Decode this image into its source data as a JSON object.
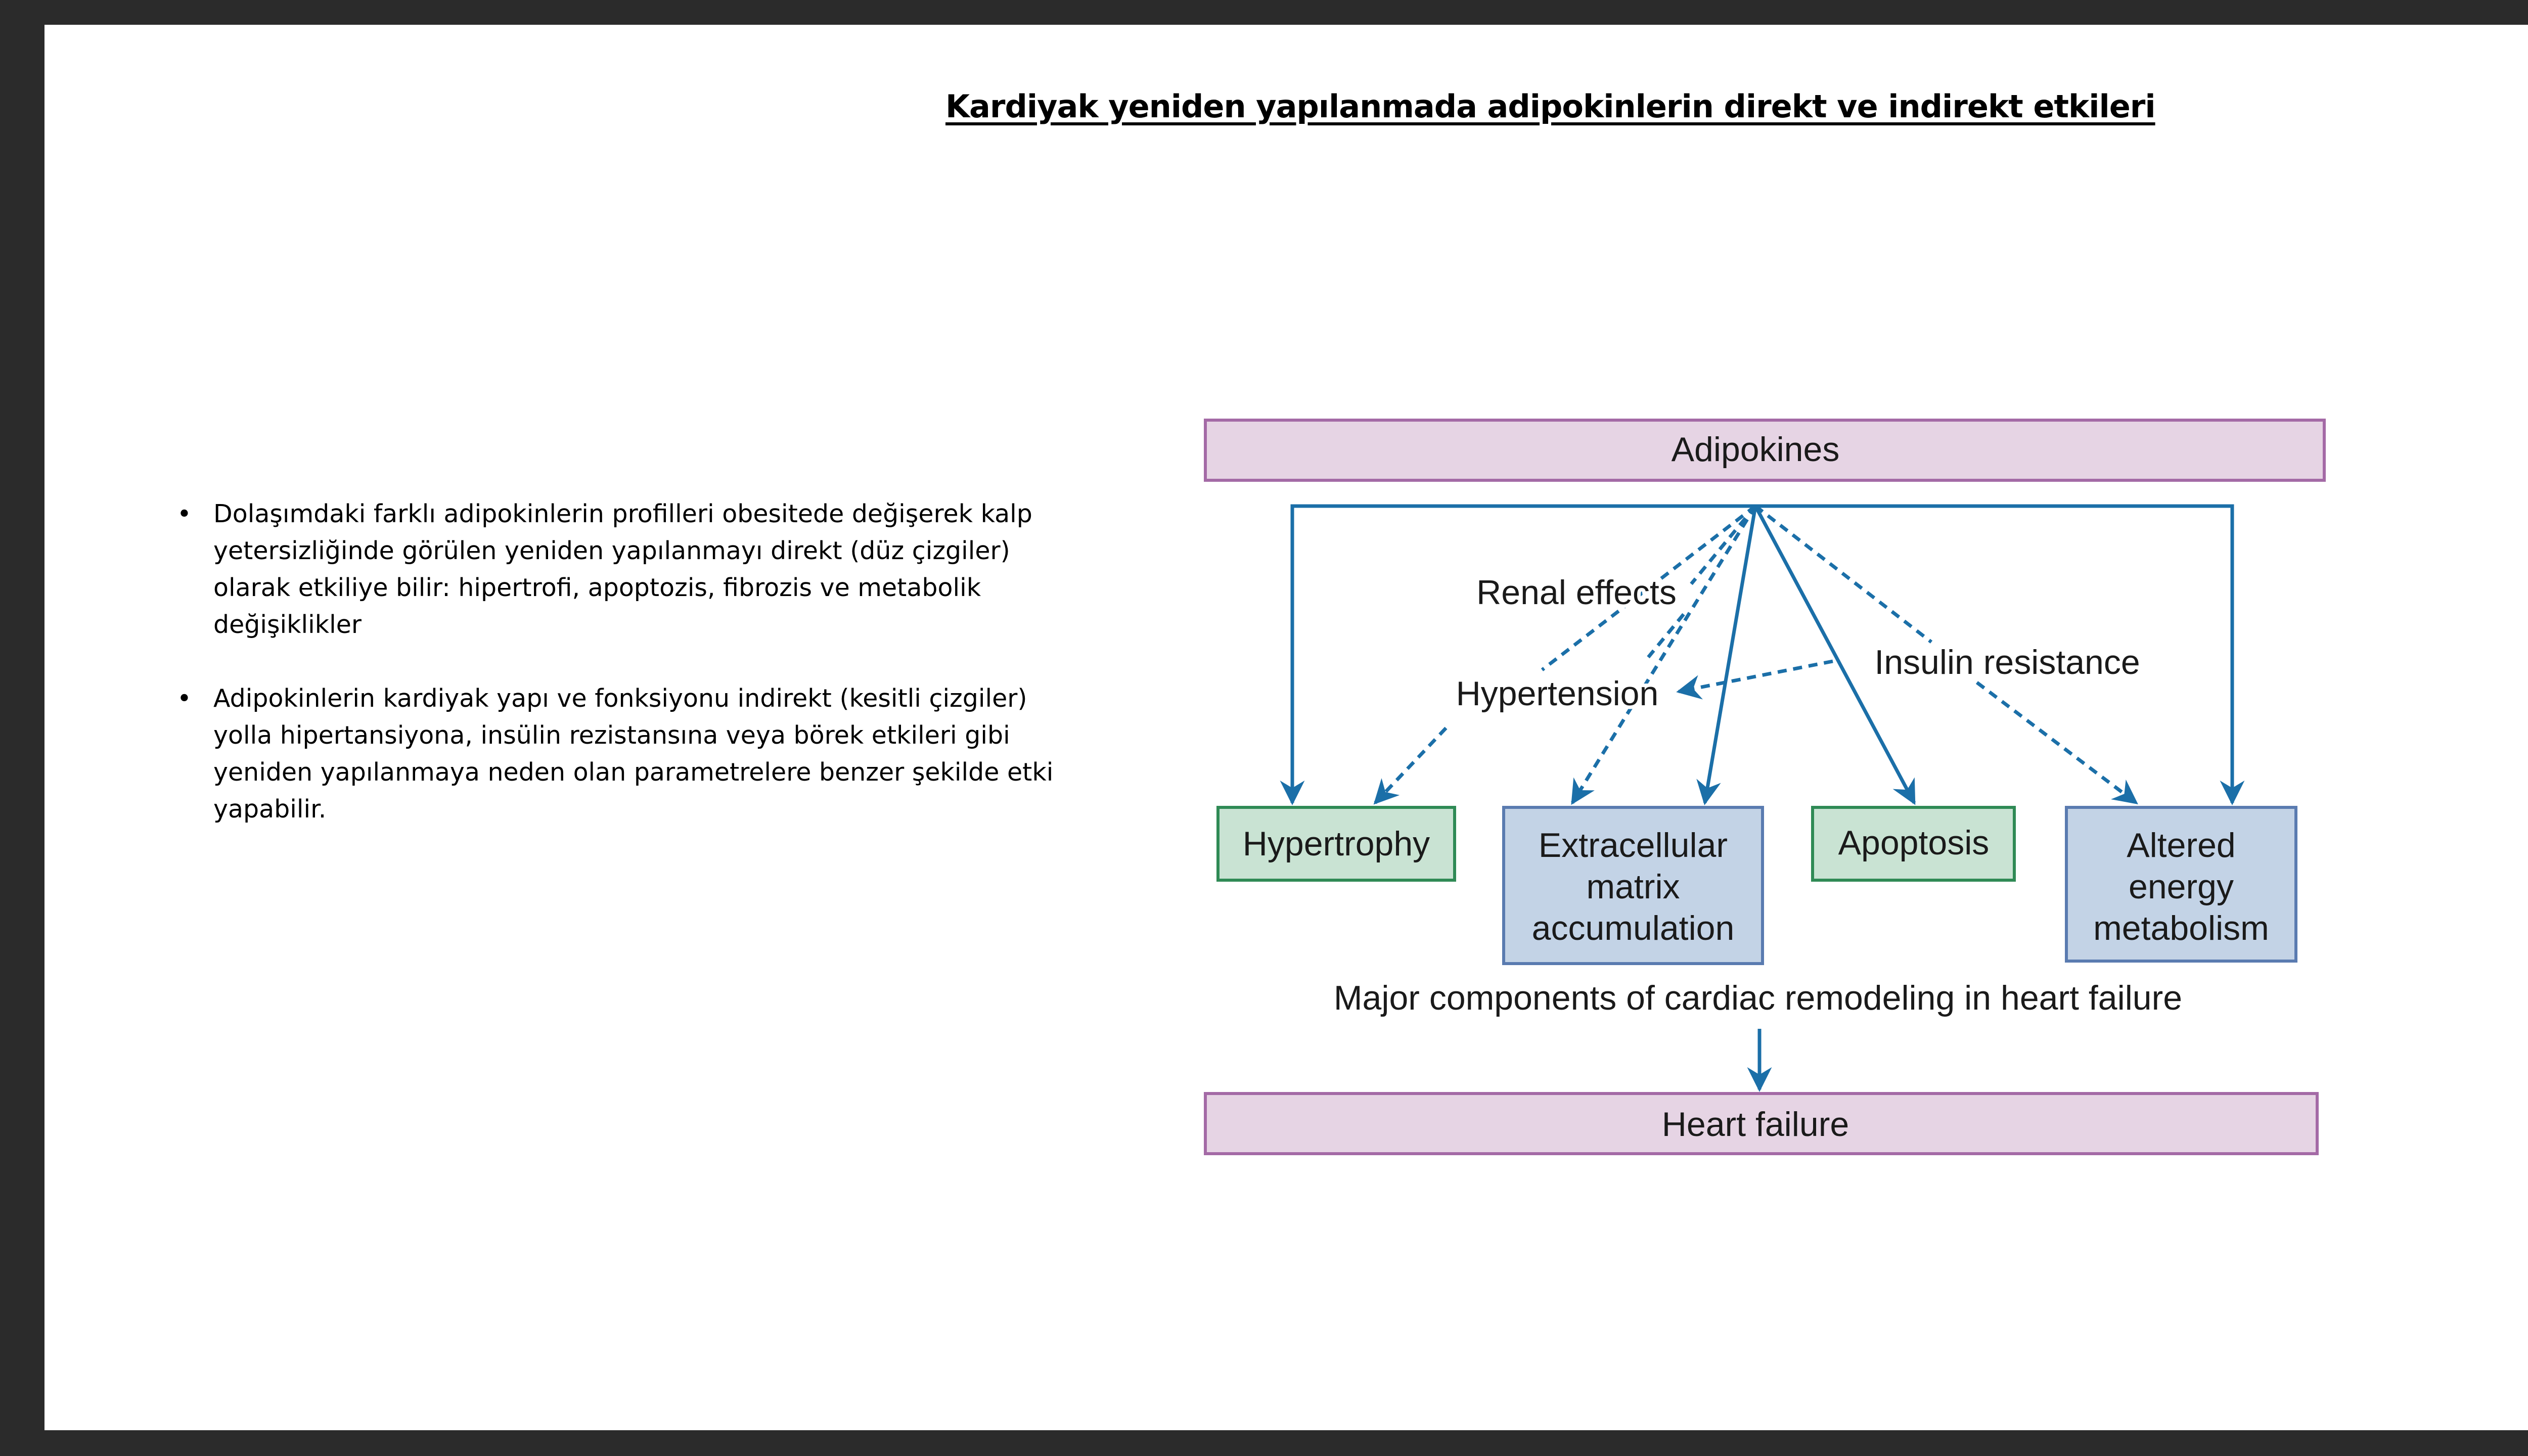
{
  "title": "Kardiyak yeniden yapılanmada adipokinlerin direkt ve indirekt etkileri",
  "bullets": [
    {
      "symbol": "•",
      "text": "Dolaşımdaki farklı adipokinlerin profilleri obesitede değişerek kalp yetersizliğinde görülen yeniden yapılanmayı direkt (düz çizgiler) olarak etkiliye bilir: hipertrofi, apoptozis, fibrozis ve metabolik değişiklikler"
    },
    {
      "symbol": "•",
      "text": "Adipokinlerin kardiyak yapı ve fonksiyonu indirekt (kesitli çizgiler) yolla hipertansiyona, insülin rezistansına veya börek etkileri gibi yeniden yapılanmaya neden olan parametrelere benzer şekilde etki yapabilir."
    }
  ],
  "diagram": {
    "top_box": "Adipokines",
    "indirect_labels": {
      "renal": "Renal effects",
      "hypertension": "Hypertension",
      "insulin": "Insulin resistance"
    },
    "components": {
      "hypertrophy": "Hypertrophy",
      "ecm_line1": "Extracellular",
      "ecm_line2": "matrix",
      "ecm_line3": "accumulation",
      "apoptosis": "Apoptosis",
      "energy_line1": "Altered",
      "energy_line2": "energy",
      "energy_line3": "metabolism"
    },
    "caption": "Major components of cardiac remodeling in heart failure",
    "bottom_box": "Heart failure",
    "colors": {
      "arrow": "#1b6fa8",
      "purple_fill": "#e6d4e4",
      "purple_border": "#a46aa6",
      "green_fill": "#c9e3d3",
      "green_border": "#2f8a55",
      "blue_fill": "#c3d3e6",
      "blue_border": "#5a7bb0"
    }
  }
}
